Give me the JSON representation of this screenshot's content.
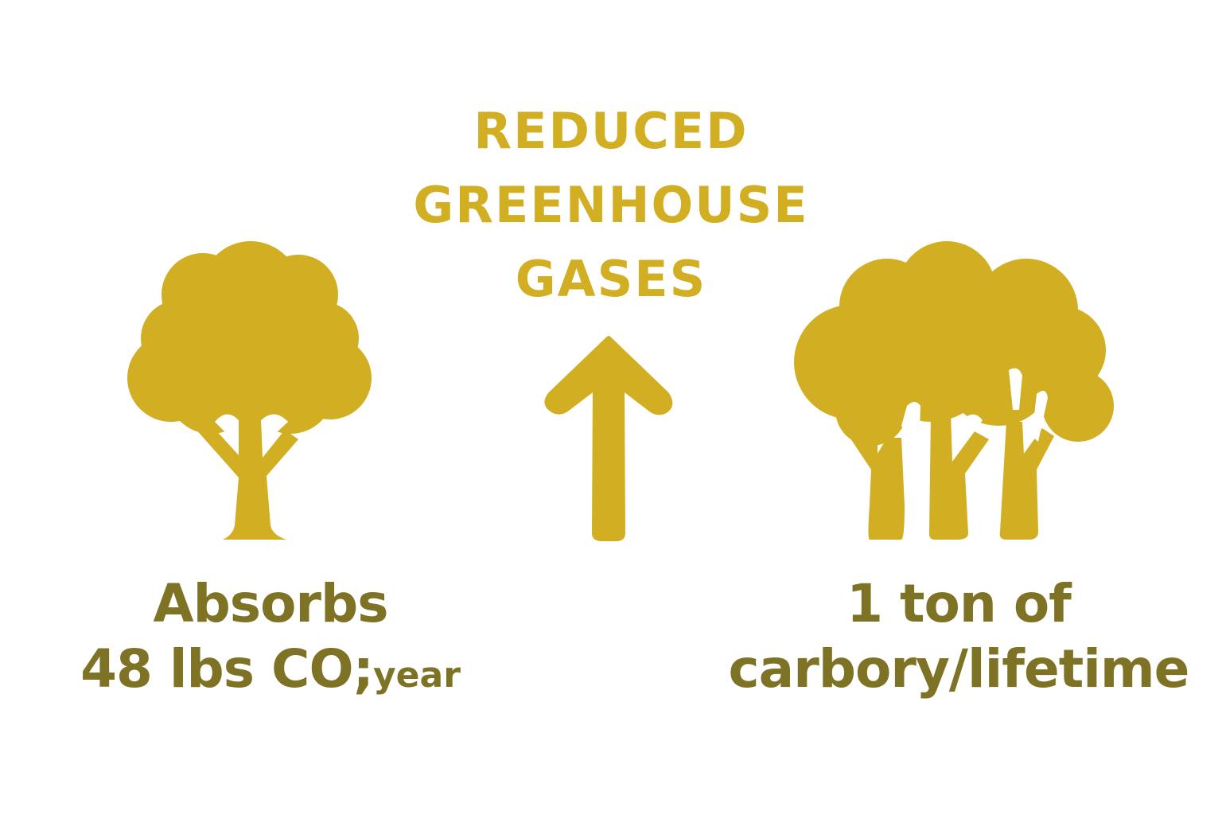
{
  "heading": {
    "line1": "REDUCED",
    "line2": "GREENHOUSE",
    "line3": "GASES"
  },
  "left_caption": {
    "line1": "Absorbs",
    "line2_main": "48 lbs CO;",
    "line2_small": "year"
  },
  "right_caption": {
    "line1": "1 ton of",
    "line2": "carbory/lifetime"
  },
  "icons": {
    "left": "tree-icon",
    "center": "up-arrow-icon",
    "right": "trees-group-icon"
  },
  "colors": {
    "accent": "#D1AE22",
    "caption": "#7E7225",
    "background": "#FFFFFF"
  }
}
